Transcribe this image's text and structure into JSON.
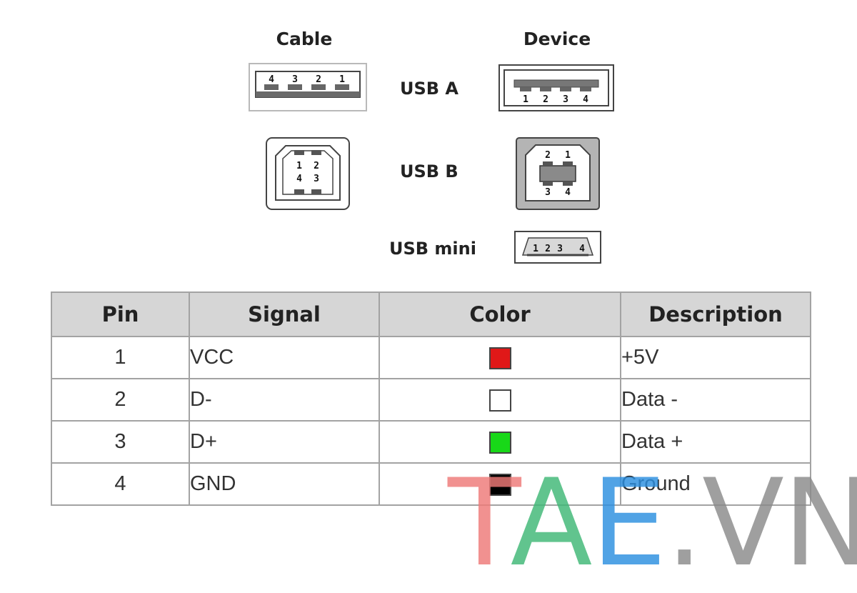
{
  "headers": {
    "cable": "Cable",
    "device": "Device"
  },
  "connectors": [
    {
      "label": "USB A",
      "cable_pins": [
        "4",
        "3",
        "2",
        "1"
      ],
      "device_pins": [
        "1",
        "2",
        "3",
        "4"
      ]
    },
    {
      "label": "USB B",
      "cable_pins": [
        "1",
        "2",
        "4",
        "3"
      ],
      "device_pins": [
        "2",
        "1",
        "3",
        "4"
      ]
    },
    {
      "label": "USB mini",
      "device_pins": [
        "1",
        "2",
        "3",
        "4"
      ]
    }
  ],
  "table": {
    "columns": [
      "Pin",
      "Signal",
      "Color",
      "Description"
    ],
    "rows": [
      {
        "pin": "1",
        "signal": "VCC",
        "color": "#e01818",
        "description": "+5V"
      },
      {
        "pin": "2",
        "signal": "D-",
        "color": "#ffffff",
        "description": "Data -"
      },
      {
        "pin": "3",
        "signal": "D+",
        "color": "#18d818",
        "description": "Data +"
      },
      {
        "pin": "4",
        "signal": "GND",
        "color": "#000000",
        "description": "Ground"
      }
    ]
  },
  "watermark": {
    "parts": [
      {
        "text": "T",
        "color": "#ef7a78"
      },
      {
        "text": "A",
        "color": "#3fb876"
      },
      {
        "text": "E",
        "color": "#2c8fe0"
      },
      {
        "text": ".VN",
        "color": "#8a8a8a"
      }
    ]
  }
}
